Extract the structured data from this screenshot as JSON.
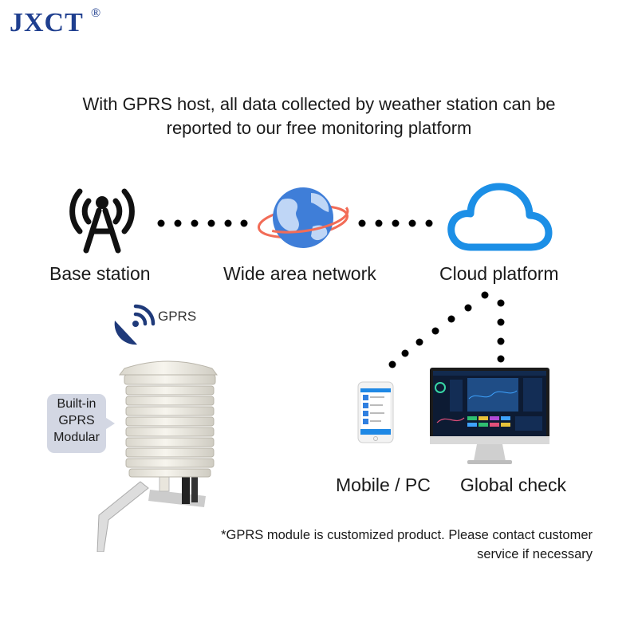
{
  "brand": {
    "name": "JXCT",
    "mark": "®",
    "color": "#1f3f8f"
  },
  "headline": {
    "line1": "With GPRS host, all data collected by weather station can be",
    "line2": "reported to our free monitoring platform"
  },
  "nodes": {
    "base_station": "Base station",
    "wide_area_network": "Wide area network",
    "cloud_platform": "Cloud platform"
  },
  "gprs_label": "GPRS",
  "builtin_bubble": {
    "line1": "Built-in",
    "line2": "GPRS",
    "line3": "Modular"
  },
  "devices": {
    "mobile_pc": "Mobile / PC",
    "global_check": "Global check"
  },
  "footnote": {
    "line1": "*GPRS module is customized product. Please contact customer",
    "line2": "service if necessary"
  },
  "colors": {
    "cloud": "#1c8fe6",
    "globe": "#3f7ed8",
    "orbit": "#f26c57",
    "icon_dark": "#111111",
    "gprs_icon": "#1f3a7a",
    "dots": "#000000"
  },
  "icons": [
    "cell-tower-icon",
    "globe-icon",
    "cloud-icon",
    "gprs-signal-icon",
    "smartphone-icon",
    "monitor-icon"
  ]
}
